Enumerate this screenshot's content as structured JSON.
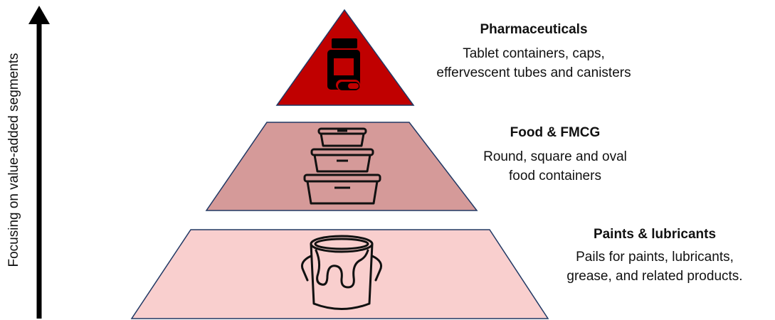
{
  "axis_label": "Focusing on value-added segments",
  "colors": {
    "tier_top": "#c00000",
    "tier_middle": "#d59a99",
    "tier_bottom": "#f9cfce",
    "outline": "#203864",
    "arrow": "#000000"
  },
  "tiers": [
    {
      "title": "Pharmaceuticals",
      "line1": "Tablet containers, caps,",
      "line2": "effervescent tubes and canisters",
      "icon": "medicine-bottle-icon"
    },
    {
      "title": "Food & FMCG",
      "line1": "Round, square and oval",
      "line2": "food containers",
      "icon": "stacked-food-containers-icon"
    },
    {
      "title": "Paints & lubricants",
      "line1": "Pails for paints, lubricants,",
      "line2": "grease, and related products.",
      "icon": "paint-bucket-icon"
    }
  ]
}
